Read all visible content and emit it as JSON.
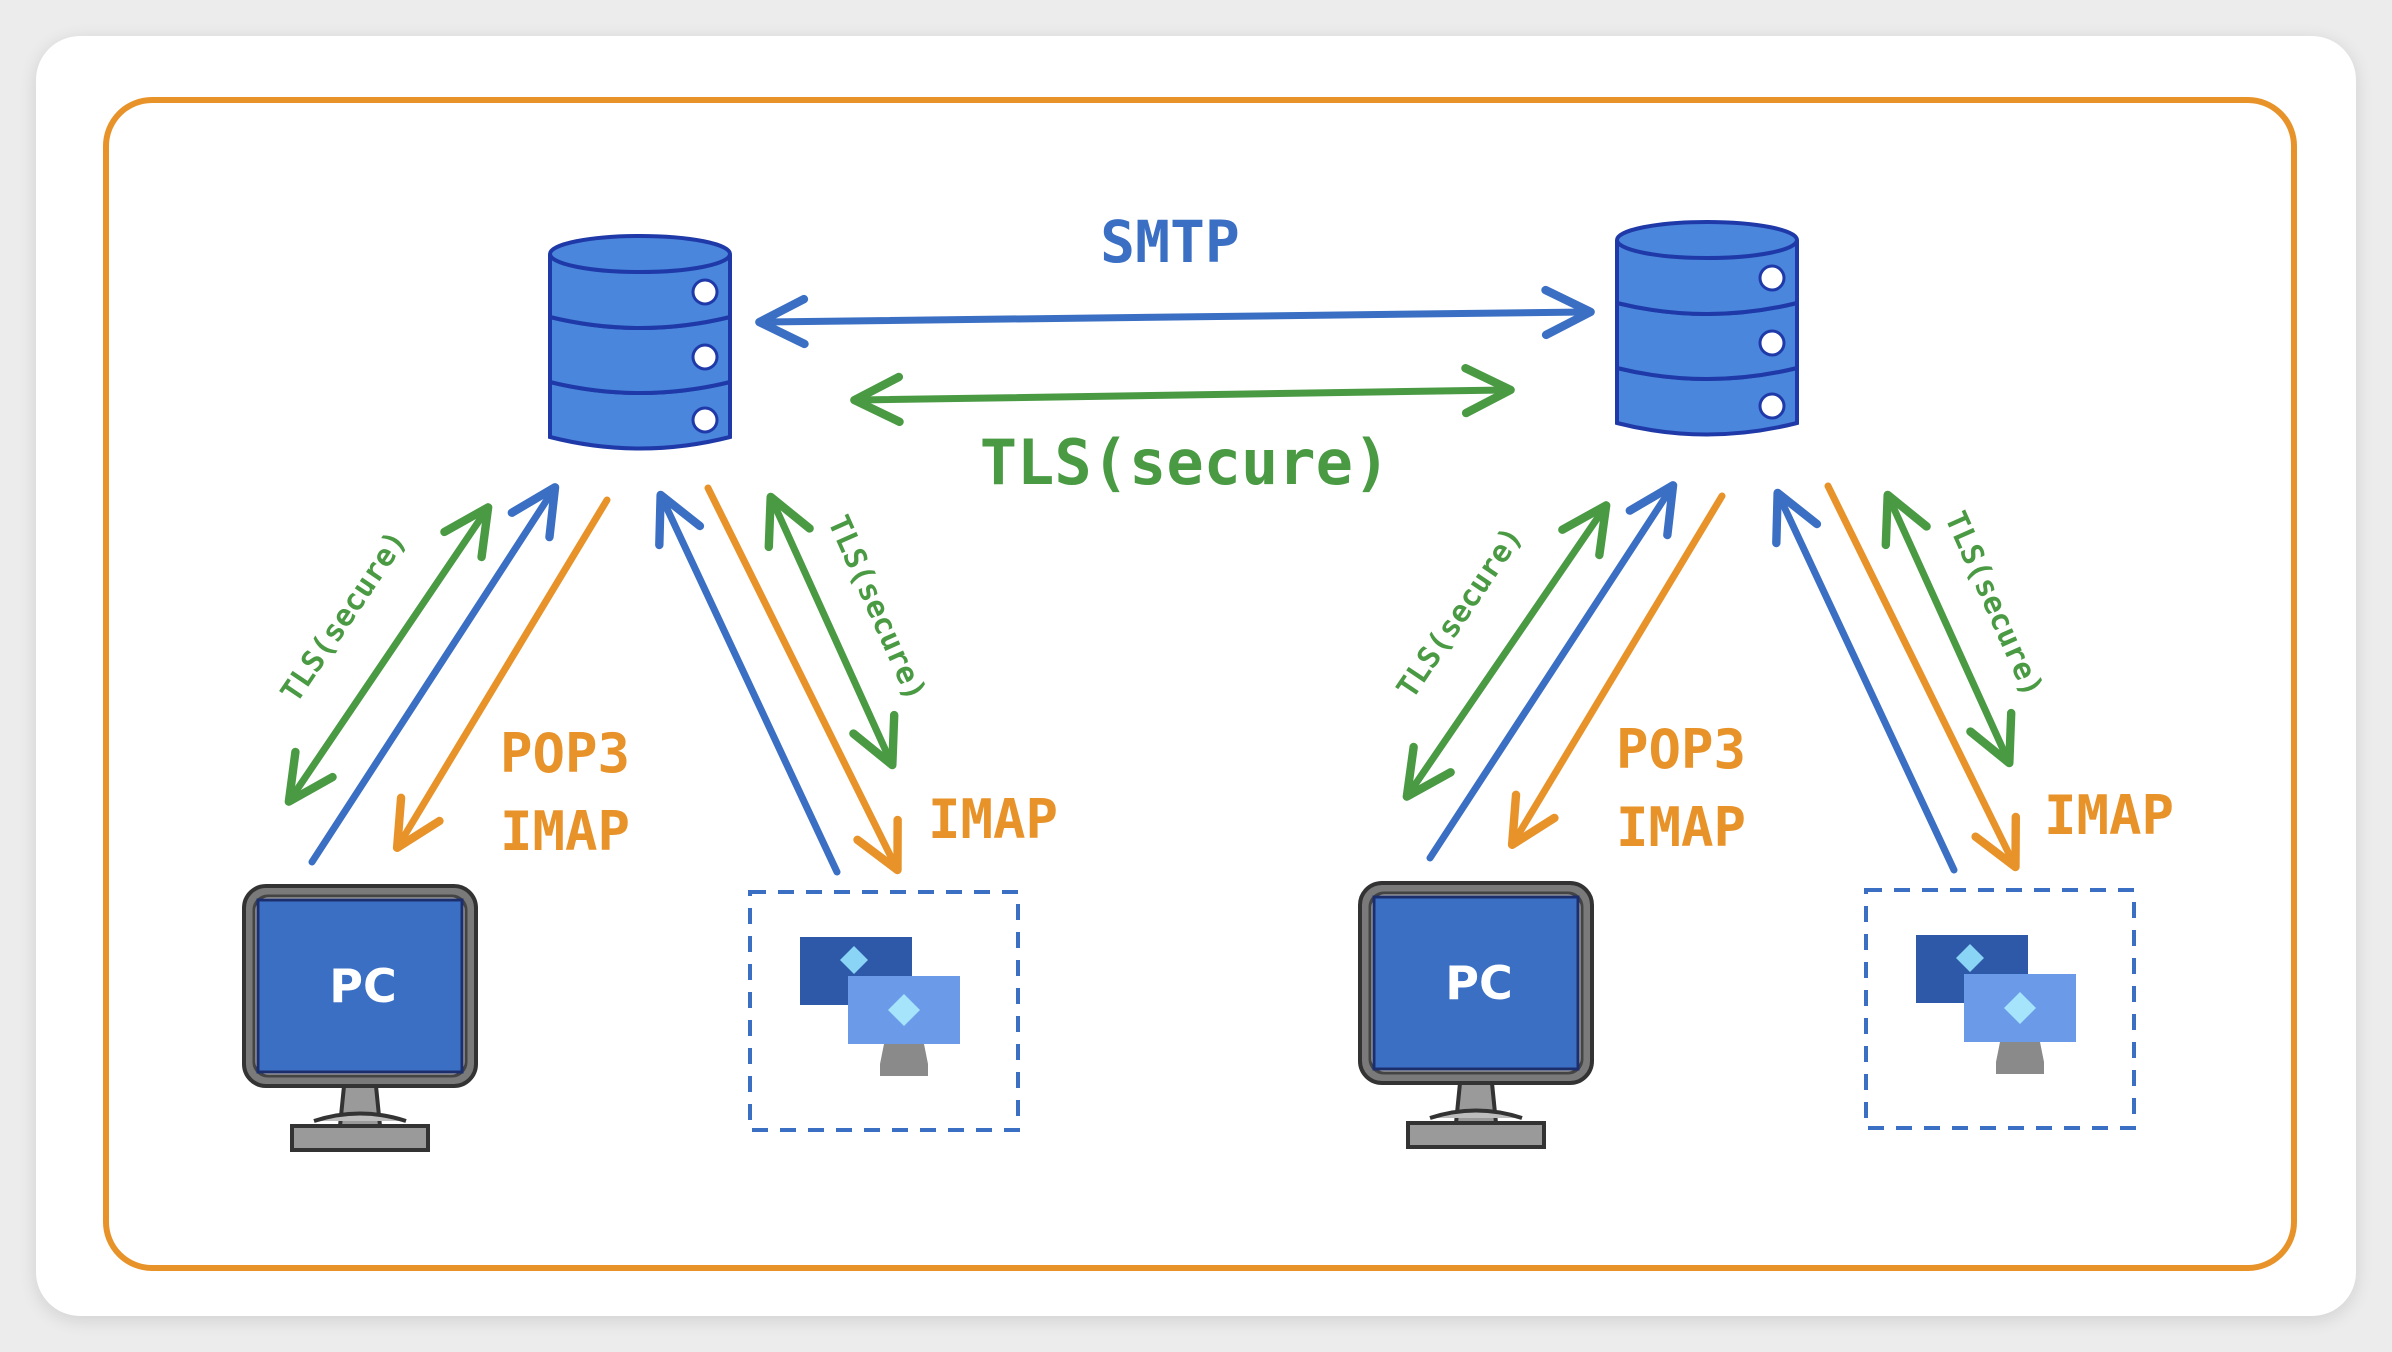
{
  "colors": {
    "blue": "#3a6fc4",
    "green": "#4a9a44",
    "orange": "#e8932a",
    "frame": "#e8932a",
    "server_fill": "#4a86dc",
    "pc_screen": "#3a6fc4"
  },
  "labels": {
    "smtp": "SMTP",
    "tls_main": "TLS(secure)",
    "left": {
      "tls_pc": "TLS(secure)",
      "pop3": "POP3",
      "imap_pc": "IMAP",
      "tls_vm": "TLS(secure)",
      "imap_vm": "IMAP",
      "pc": "PC"
    },
    "right": {
      "tls_pc": "TLS(secure)",
      "pop3": "POP3",
      "imap_pc": "IMAP",
      "tls_vm": "TLS(secure)",
      "imap_vm": "IMAP",
      "pc": "PC"
    }
  },
  "icons": {
    "server": "database-server-icon",
    "pc": "monitor-icon",
    "vm": "virtual-desktop-icon"
  }
}
